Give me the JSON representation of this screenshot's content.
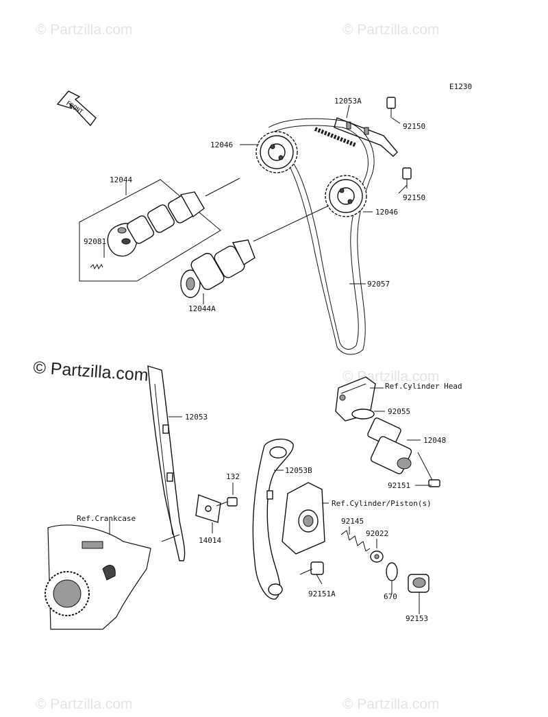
{
  "diagram_code": "E1230",
  "front_label": "FRONT",
  "watermarks": {
    "top_left": "© Partzilla.com",
    "top_right": "© Partzilla.com",
    "center": "© Partzilla.com",
    "mid_right": "© Partzilla.com",
    "bottom_left": "© Partzilla.com",
    "bottom_right": "© Partzilla.com"
  },
  "parts": {
    "p12053A": "12053A",
    "p92150_top": "92150",
    "p12046_left": "12046",
    "p92150_right": "92150",
    "p12046_right": "12046",
    "p12044": "12044",
    "p92081": "92081",
    "p92057": "92057",
    "p12044A": "12044A",
    "p12053": "12053",
    "p_ref_cyl_head": "Ref.Cylinder Head",
    "p92055": "92055",
    "p12048": "12048",
    "p132": "132",
    "p12053B": "12053B",
    "p92151": "92151",
    "p_ref_cyl_piston": "Ref.Cylinder/Piston(s)",
    "p_ref_crankcase": "Ref.Crankcase",
    "p92145": "92145",
    "p92022": "92022",
    "p14014": "14014",
    "p670": "670",
    "p92151A": "92151A",
    "p92153": "92153"
  }
}
